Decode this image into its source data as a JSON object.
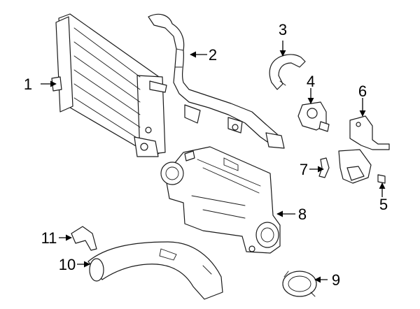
{
  "colors": {
    "line": "#1a1a1a",
    "background": "#ffffff"
  },
  "callouts": [
    {
      "number": "1"
    },
    {
      "number": "2"
    },
    {
      "number": "3"
    },
    {
      "number": "4"
    },
    {
      "number": "5"
    },
    {
      "number": "6"
    },
    {
      "number": "7"
    },
    {
      "number": "8"
    },
    {
      "number": "9"
    },
    {
      "number": "10"
    },
    {
      "number": "11"
    }
  ]
}
